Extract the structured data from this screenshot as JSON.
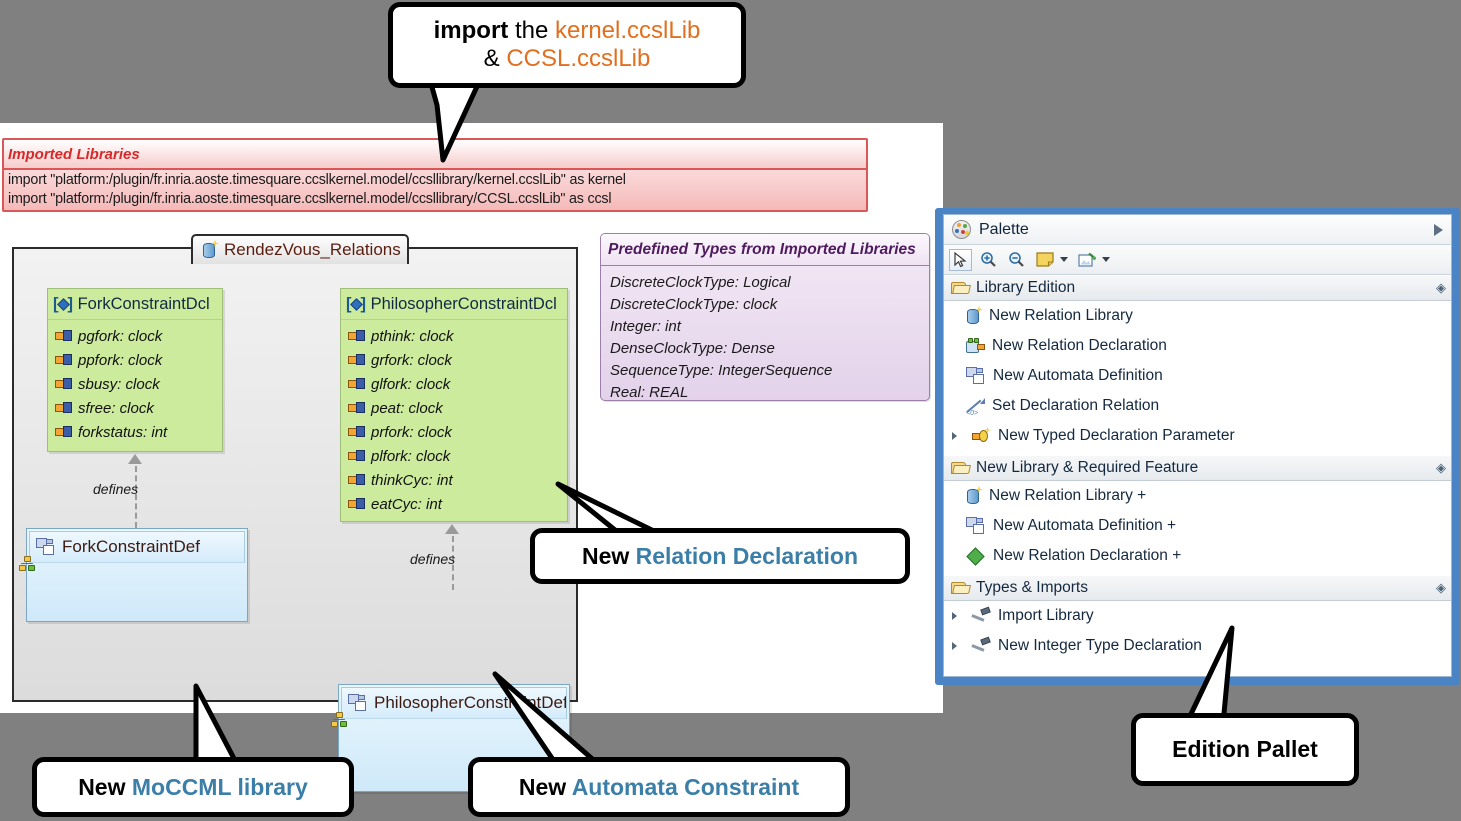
{
  "imported_libraries": {
    "title": "Imported Libraries",
    "lines": [
      "import \"platform:/plugin/fr.inria.aoste.timesquare.ccslkernel.model/ccsllibrary/kernel.ccslLib\" as kernel",
      "import \"platform:/plugin/fr.inria.aoste.timesquare.ccslkernel.model/ccsllibrary/CCSL.ccslLib\" as ccsl"
    ]
  },
  "diagram": {
    "tab_label": "RendezVous_Relations",
    "tab_icon": "relation-library-icon",
    "fork_decl": {
      "stereotype": "[◆]",
      "name": "ForkConstraintDcl",
      "properties": [
        "pgfork: clock",
        "ppfork: clock",
        "sbusy: clock",
        "sfree: clock",
        "forkstatus: int"
      ]
    },
    "philosopher_decl": {
      "stereotype": "[◆]",
      "name": "PhilosopherConstraintDcl",
      "properties": [
        "pthink: clock",
        "grfork: clock",
        "glfork: clock",
        "peat: clock",
        "prfork: clock",
        "plfork: clock",
        "thinkCyc: int",
        "eatCyc: int"
      ]
    },
    "fork_def": {
      "name": "ForkConstraintDef",
      "icon": "automata-definition-icon"
    },
    "philosopher_def": {
      "name": "PhilosopherConstraintDef",
      "icon": "automata-definition-icon"
    },
    "relation_label_1": "defines",
    "relation_label_2": "defines"
  },
  "predefined_types": {
    "title": "Predefined Types from Imported Libraries",
    "lines": [
      "DiscreteClockType: Logical",
      "DiscreteClockType: clock",
      "Integer: int",
      "DenseClockType: Dense",
      "SequenceType: IntegerSequence",
      "Real: REAL"
    ]
  },
  "palette": {
    "title": "Palette",
    "collapse_icon": "chevron-right-icon",
    "toolbar": [
      {
        "name": "select-tool",
        "icon": "cursor-arrow-icon",
        "selected": true
      },
      {
        "name": "zoom-in-tool",
        "icon": "zoom-in-icon",
        "selected": false
      },
      {
        "name": "zoom-out-tool",
        "icon": "zoom-out-icon",
        "selected": false
      },
      {
        "name": "note-tool",
        "icon": "note-icon",
        "selected": false,
        "has_dropdown": true
      },
      {
        "name": "attach-note-tool",
        "icon": "note-attachment-icon",
        "selected": false,
        "has_dropdown": true
      }
    ],
    "groups": [
      {
        "label": "Library Edition",
        "icon": "open-folder-icon",
        "pin_icon": "pin-icon",
        "items": [
          {
            "label": "New Relation Library",
            "icon": "relation-library-icon",
            "expandable": false
          },
          {
            "label": "New Relation Declaration",
            "icon": "relation-declaration-icon",
            "expandable": false
          },
          {
            "label": "New Automata Definition",
            "icon": "automata-definition-icon",
            "expandable": false
          },
          {
            "label": "Set Declaration Relation",
            "icon": "set-declaration-relation-icon",
            "expandable": false
          },
          {
            "label": "New Typed Declaration Parameter",
            "icon": "typed-declaration-parameter-icon",
            "expandable": true
          }
        ]
      },
      {
        "label": "New Library & Required Feature",
        "icon": "open-folder-icon",
        "pin_icon": "pin-icon",
        "items": [
          {
            "label": "New Relation Library +",
            "icon": "relation-library-icon",
            "expandable": false
          },
          {
            "label": "New Automata Definition +",
            "icon": "automata-definition-icon",
            "expandable": false
          },
          {
            "label": "New Relation Declaration +",
            "icon": "green-diamond-icon",
            "expandable": false
          }
        ]
      },
      {
        "label": "Types & Imports",
        "icon": "open-folder-icon",
        "pin_icon": "pin-icon",
        "items": [
          {
            "label": "Import Library",
            "icon": "hammer-icon",
            "expandable": true
          },
          {
            "label": "New Integer Type Declaration",
            "icon": "hammer-icon",
            "expandable": true
          }
        ]
      }
    ]
  },
  "callouts": {
    "import": {
      "part1": "import",
      "part2": " the ",
      "part3": "kernel.ccslLib",
      "part4": "& ",
      "part5": "CCSL.ccslLib"
    },
    "relation_declaration": {
      "prefix": "New ",
      "highlight": "Relation Declaration"
    },
    "moccml_library": {
      "prefix": "New ",
      "highlight": "MoCCML library"
    },
    "automata_constraint": {
      "prefix": "New ",
      "highlight": "Automata Constraint"
    },
    "edition_pallet": {
      "text": "Edition Pallet"
    }
  },
  "colors": {
    "background": "#808080",
    "accent_blue": "#3b7fa8",
    "accent_orange": "#e07020",
    "imported_red": "#d62a2a",
    "palette_border": "#4a84c4",
    "declaration_green": "#cdeb9d",
    "definition_blue": "#cfe9f9"
  }
}
